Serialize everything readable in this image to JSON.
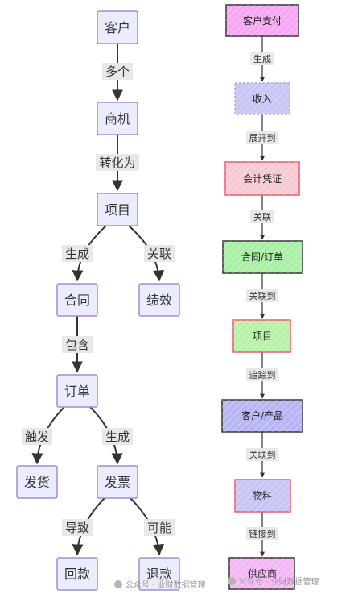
{
  "left_flow": {
    "nodes": {
      "customer": "客户",
      "opportunity": "商机",
      "project": "项目",
      "contract": "合同",
      "performance": "绩效",
      "order": "订单",
      "shipment": "发货",
      "invoice": "发票",
      "payment": "回款",
      "refund": "退款"
    },
    "edges": {
      "customer_opportunity": "多个",
      "opportunity_project": "转化为",
      "project_contract": "生成",
      "project_performance": "关联",
      "contract_order": "包含",
      "order_shipment": "触发",
      "order_invoice": "生成",
      "invoice_payment": "导致",
      "invoice_refund": "可能"
    }
  },
  "right_flow": {
    "nodes": {
      "customer_payment": "客户支付",
      "revenue": "收入",
      "voucher": "会计凭证",
      "contract_order": "合同/订单",
      "project": "项目",
      "customer_product": "客户/产品",
      "material": "物料",
      "supplier": "供应商"
    },
    "edges": {
      "e1": "生成",
      "e2": "展开到",
      "e3": "关联",
      "e4": "关联到",
      "e5": "追踪到",
      "e6": "关联到",
      "e7": "链接到"
    },
    "colors": {
      "customer_payment": "#f7a8f2",
      "revenue": "#c9c5f5",
      "voucher": "#f7c9d2",
      "contract_order": "#a9f0a6",
      "project": "#b8f2a8",
      "customer_product": "#b8b5f5",
      "material": "#c8c5f5",
      "supplier": "#f3b8f3"
    }
  },
  "left_node_color": "#ececff",
  "left_node_border": "#9b8fd6",
  "watermarks": {
    "left": "公众号 · 业财数据管理",
    "right": "公众号 · 业财数据管理"
  }
}
